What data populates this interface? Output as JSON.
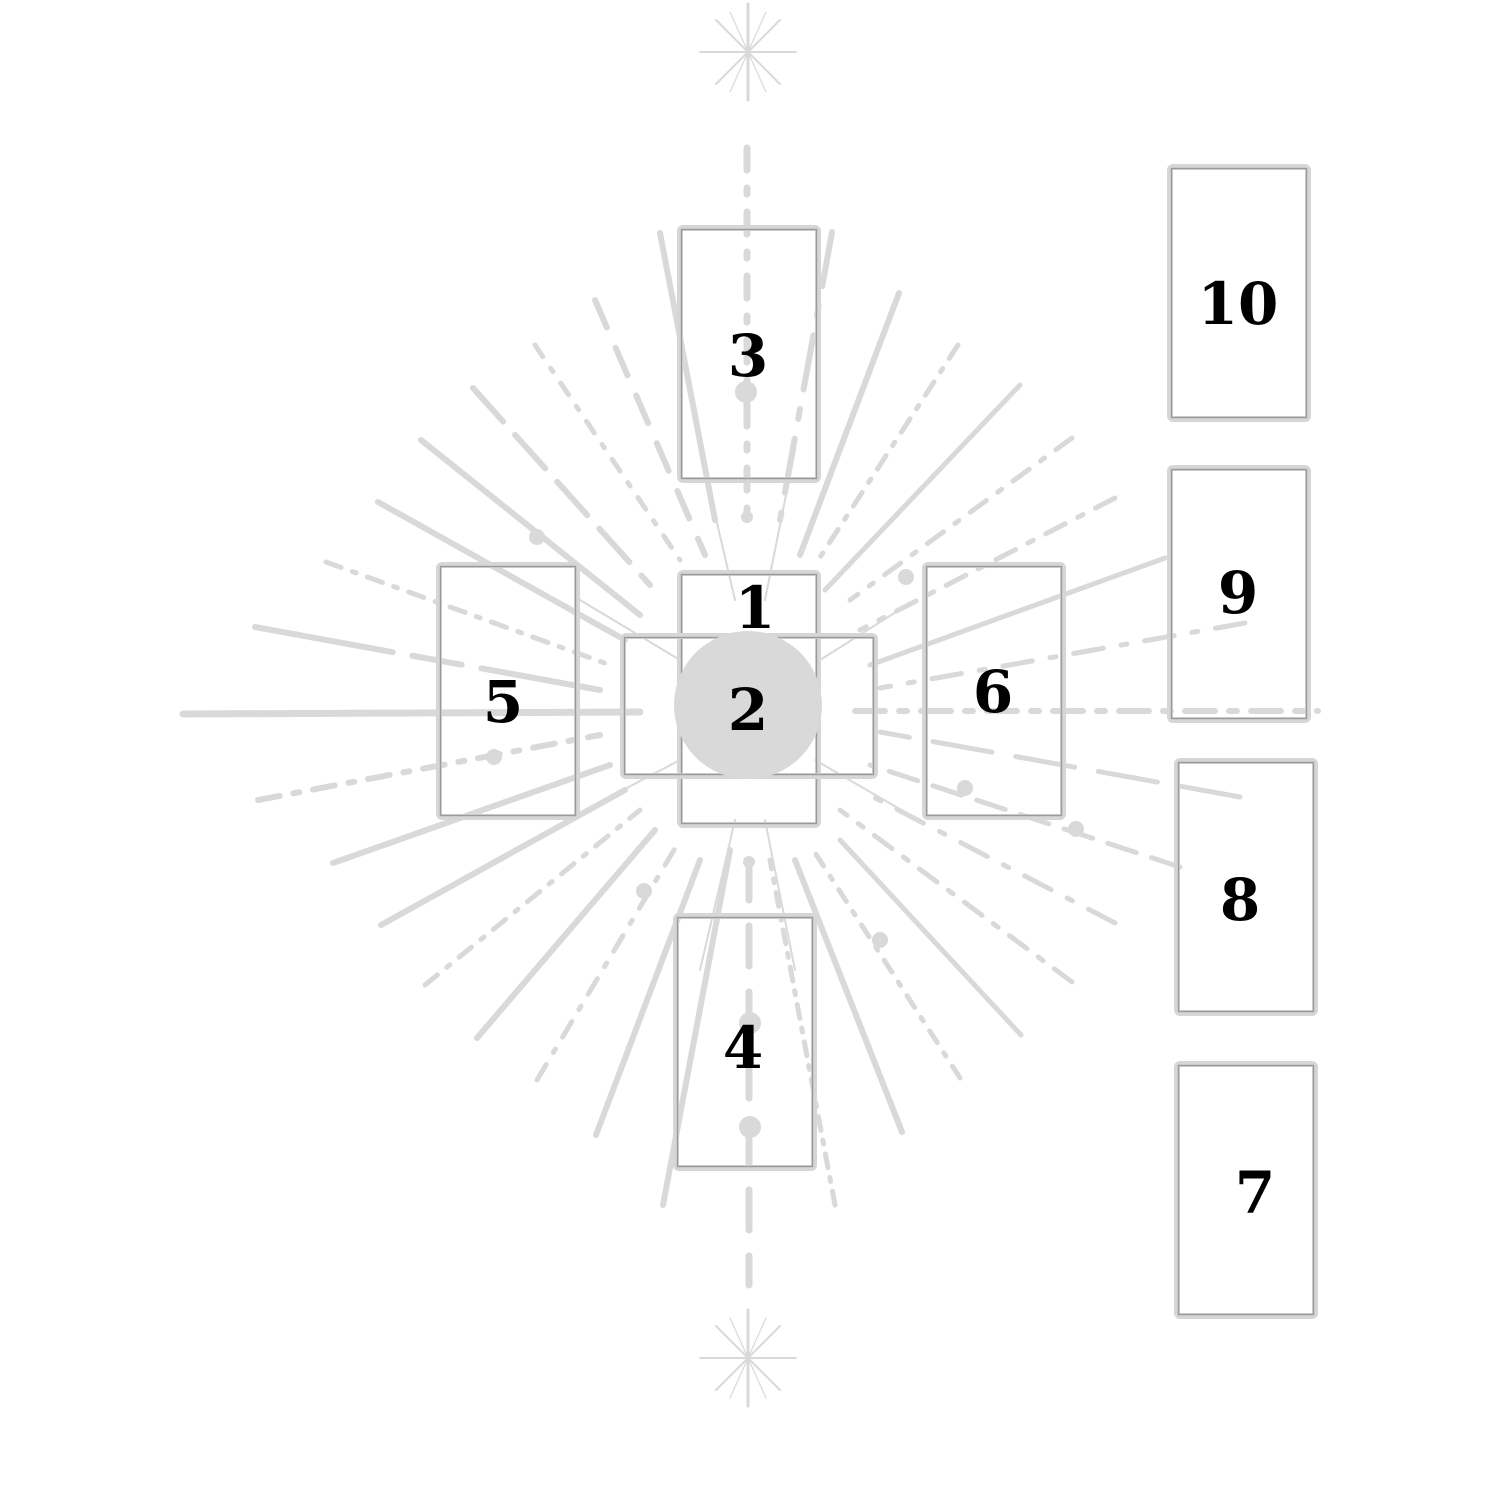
{
  "colors": {
    "background": "#ffffff",
    "ray": "#d9d9d9",
    "card_outer": "#d6d6d6",
    "card_inner": "#9a9a9a",
    "center_circle": "#d9d9d9",
    "label": "#000000"
  },
  "cards": [
    {
      "id": "1",
      "label": "1"
    },
    {
      "id": "2",
      "label": "2"
    },
    {
      "id": "3",
      "label": "3"
    },
    {
      "id": "4",
      "label": "4"
    },
    {
      "id": "5",
      "label": "5"
    },
    {
      "id": "6",
      "label": "6"
    },
    {
      "id": "7",
      "label": "7"
    },
    {
      "id": "8",
      "label": "8"
    },
    {
      "id": "9",
      "label": "9"
    },
    {
      "id": "10",
      "label": "10"
    }
  ],
  "icons": {
    "top_star": "sparkle-star-icon",
    "bottom_star": "sparkle-star-icon"
  }
}
